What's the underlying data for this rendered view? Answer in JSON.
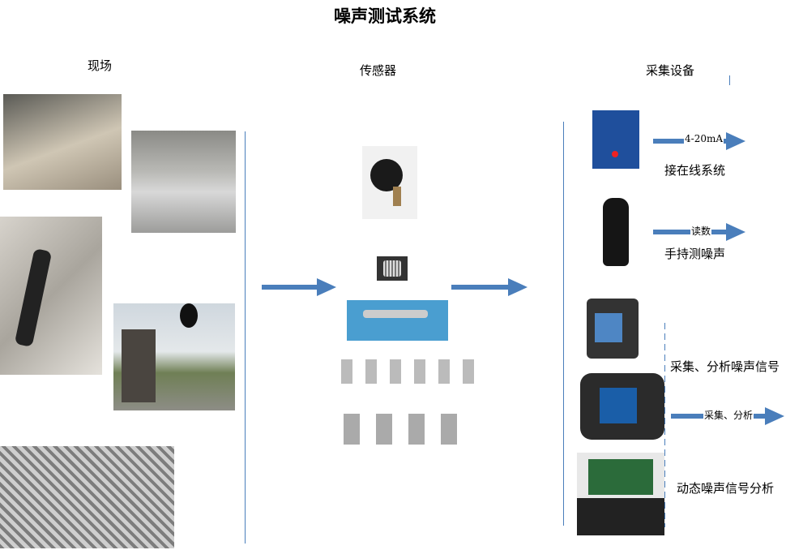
{
  "title": "噪声测试系统",
  "columns": {
    "field": "现场",
    "sensor": "传感器",
    "acquisition": "采集设备"
  },
  "devices": [
    {
      "arrow_label": "4-20mA",
      "caption": "接在线系统"
    },
    {
      "arrow_label": "读数",
      "caption": "手持测噪声"
    },
    {
      "caption": "采集、分析噪声信号"
    },
    {
      "arrow_label": "采集、分析"
    },
    {
      "caption": "动态噪声信号分析"
    }
  ],
  "colors": {
    "accent": "#4a7ebb"
  }
}
